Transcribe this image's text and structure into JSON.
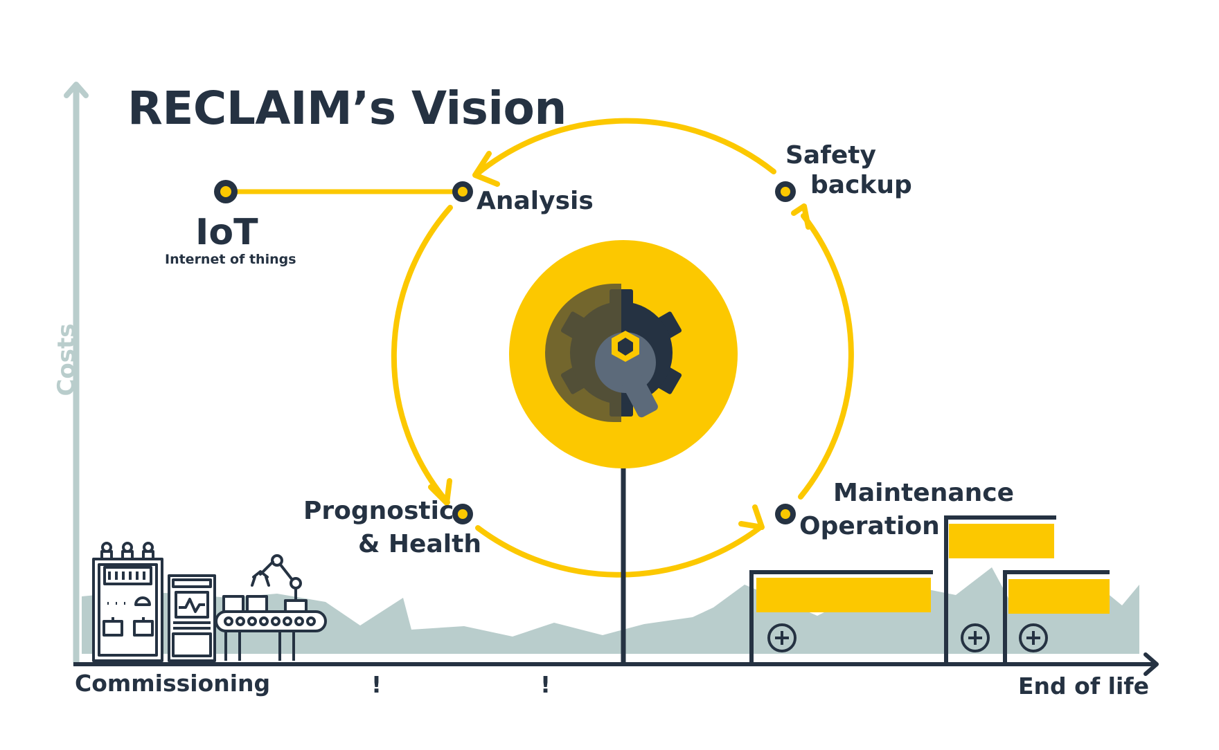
{
  "title": "RECLAIM’s Vision",
  "iot": {
    "label": "IoT",
    "sublabel": "Internet of things"
  },
  "cycle": {
    "analysis": "Analysis",
    "safety_line1": "Safety",
    "safety_line2": "backup",
    "maintenance_line1": "Maintenance",
    "maintenance_line2": "Operation",
    "prognostic_line1": "Prognostic",
    "prognostic_line2": "& Health"
  },
  "axis": {
    "y_label": "Costs",
    "x_start": "Commissioning",
    "x_end": "End of life",
    "marker_1": "!",
    "marker_2": "!"
  },
  "colors": {
    "yellow": "#fcc800",
    "navy": "#253242",
    "sage": "#b9cdcc",
    "white": "#ffffff"
  },
  "icons": {
    "center": "gear-wrench-icon",
    "plus": "plus-circle-icon",
    "factory": "factory-machines-icon",
    "robot": "robot-arm-icon",
    "conveyor": "conveyor-belt-icon"
  }
}
